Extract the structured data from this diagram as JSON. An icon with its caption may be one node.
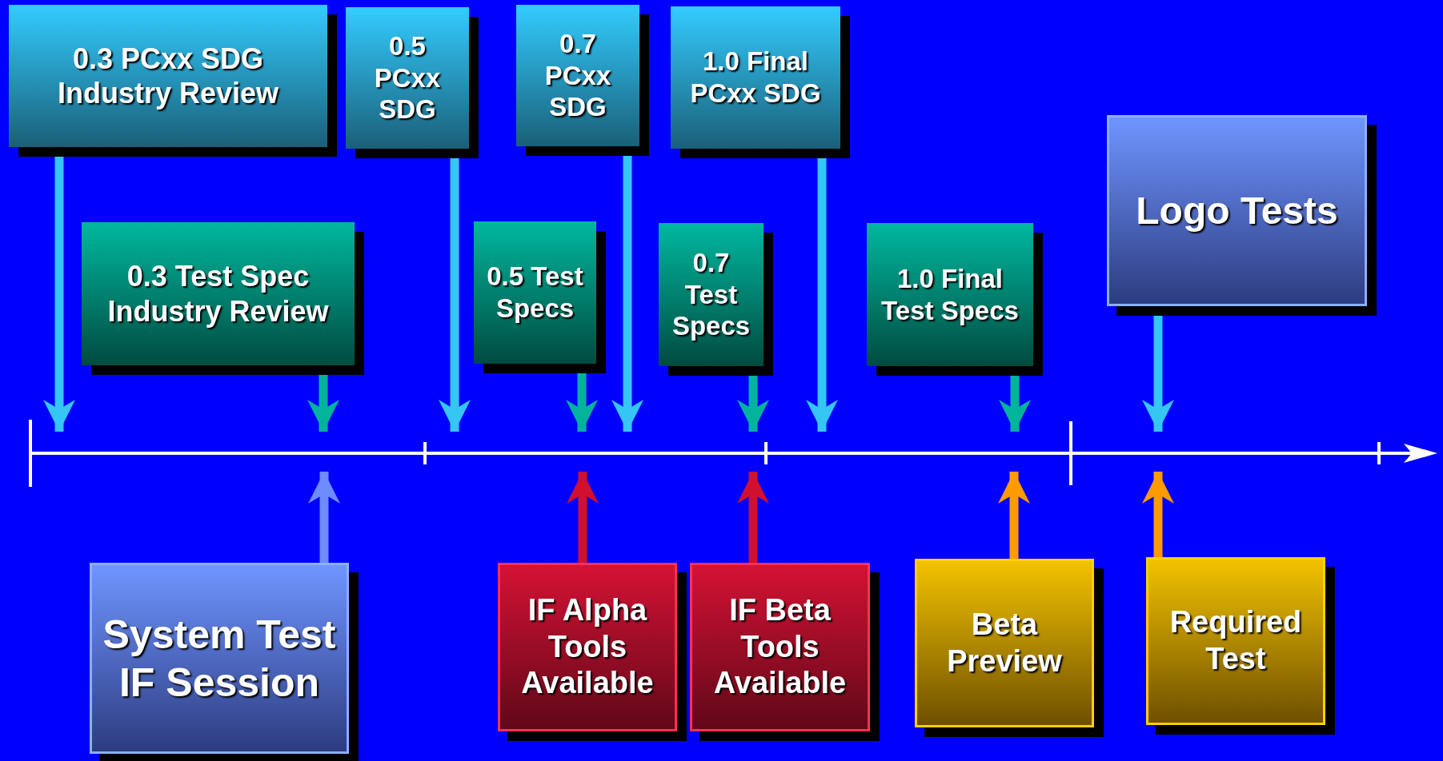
{
  "diagram": {
    "nodes": [
      {
        "text": [
          "0.3 PCxx SDG Industry Review"
        ]
      },
      {
        "text": [
          "0.5 PCxx SDG"
        ]
      },
      {
        "text": [
          "0.7 PCxx SDG"
        ]
      },
      {
        "text": [
          "1.0 Final PCxx SDG"
        ]
      },
      {
        "text": [
          "0.3 Test Spec Industry Review"
        ]
      },
      {
        "text": [
          "0.5 Test Specs"
        ]
      },
      {
        "text": [
          "0.7 Test Specs"
        ]
      },
      {
        "text": [
          "1.0 Final Test Specs"
        ]
      },
      {
        "text": [
          "Logo Tests"
        ]
      },
      {
        "text": [
          "System Test IF Session"
        ]
      },
      {
        "text": [
          "IF Alpha Tools Available"
        ]
      },
      {
        "text": [
          "IF Beta Tools Available"
        ]
      },
      {
        "text": [
          "Beta Preview"
        ]
      },
      {
        "text": [
          "Required Test"
        ]
      }
    ],
    "edges": [
      {
        "from": 0,
        "to": null,
        "arrow": "to"
      },
      {
        "from": 4,
        "to": null,
        "arrow": "to",
        "color": "#00b39b"
      },
      {
        "from": 1,
        "to": null,
        "arrow": "to"
      },
      {
        "from": 5,
        "to": null,
        "arrow": "to",
        "color": "#00b39b"
      },
      {
        "from": 2,
        "to": null,
        "arrow": "to"
      },
      {
        "from": 6,
        "to": null,
        "arrow": "to",
        "color": "#00b39b"
      },
      {
        "from": 3,
        "to": null,
        "arrow": "to"
      },
      {
        "from": 7,
        "to": null,
        "arrow": "to",
        "color": "#00b39b"
      },
      {
        "from": 8,
        "to": null,
        "arrow": "to"
      },
      {
        "from": 9,
        "to": null,
        "arrow": "to",
        "color": "#6f8cff"
      },
      {
        "from": 10,
        "to": null,
        "arrow": "to",
        "color": "#d0102e"
      },
      {
        "from": 11,
        "to": null,
        "arrow": "to",
        "color": "#d0102e"
      },
      {
        "from": 12,
        "to": null,
        "arrow": "to",
        "color": "#ff9a00"
      },
      {
        "from": 13,
        "to": null,
        "arrow": "to",
        "color": "#ff9a00"
      }
    ]
  }
}
